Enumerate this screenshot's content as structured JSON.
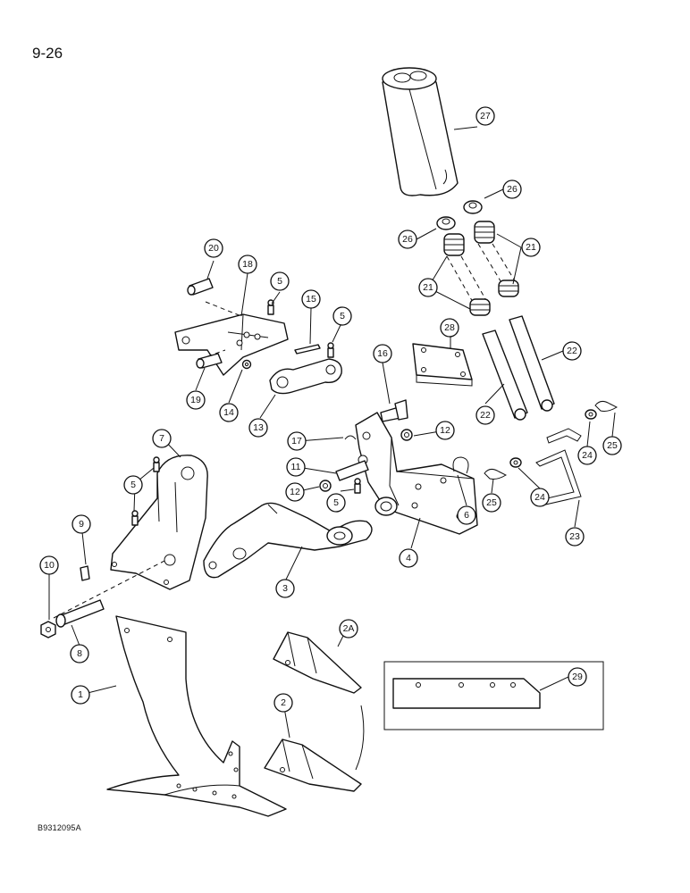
{
  "page": {
    "page_number": "9-26",
    "figure_code": "B9312095A"
  },
  "callouts": {
    "c1": "1",
    "c2": "2",
    "c2a": "2A",
    "c3": "3",
    "c4": "4",
    "c5a": "5",
    "c5b": "5",
    "c5c": "5",
    "c5d": "5",
    "c6": "6",
    "c7": "7",
    "c8": "8",
    "c9": "9",
    "c10": "10",
    "c11": "11",
    "c12a": "12",
    "c12b": "12",
    "c13": "13",
    "c14": "14",
    "c15": "15",
    "c16": "16",
    "c17": "17",
    "c18": "18",
    "c19": "19",
    "c20": "20",
    "c21a": "21",
    "c21b": "21",
    "c22a": "22",
    "c22b": "22",
    "c23": "23",
    "c24a": "24",
    "c24b": "24",
    "c25a": "25",
    "c25b": "25",
    "c26a": "26",
    "c26b": "26",
    "c27": "27",
    "c28": "28",
    "c29": "29"
  }
}
